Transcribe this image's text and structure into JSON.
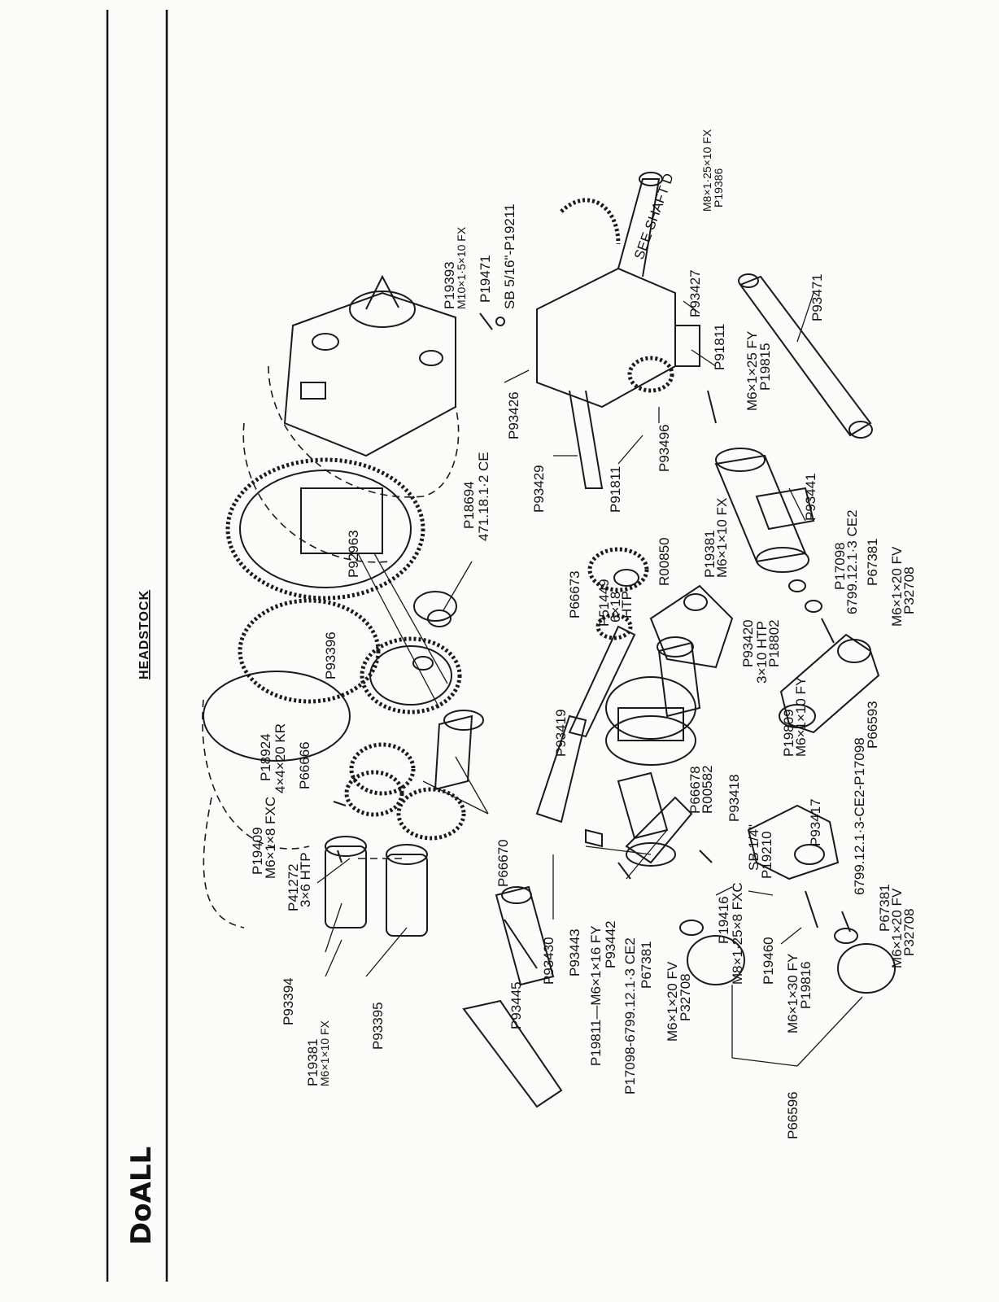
{
  "header": {
    "brand": "DoALL",
    "section_title": "HEADSTOCK"
  },
  "labels": [
    {
      "id": "p19393",
      "text": "P19393"
    },
    {
      "id": "m10",
      "text": "M10×1·5×10 FX"
    },
    {
      "id": "p19471a",
      "text": "P19471"
    },
    {
      "id": "sb516",
      "text": "SB 5/16\"-P19211"
    },
    {
      "id": "m8a",
      "text": "M8×1·25×10 FX"
    },
    {
      "id": "p19386",
      "text": "P19386"
    },
    {
      "id": "seeshaft",
      "text": "SEE SHAFT D"
    },
    {
      "id": "p93427",
      "text": "P93427"
    },
    {
      "id": "p93471",
      "text": "P93471"
    },
    {
      "id": "p91811a",
      "text": "P91811"
    },
    {
      "id": "m6x25",
      "text": "M6×1×25 FY"
    },
    {
      "id": "p19815",
      "text": "P19815"
    },
    {
      "id": "p93426",
      "text": "P93426"
    },
    {
      "id": "p93429",
      "text": "P93429"
    },
    {
      "id": "p93496",
      "text": "P93496"
    },
    {
      "id": "p91811b",
      "text": "P91811"
    },
    {
      "id": "p93441",
      "text": "P93441"
    },
    {
      "id": "p18694",
      "text": "P18694"
    },
    {
      "id": "ce471",
      "text": "471.18.1·2 CE"
    },
    {
      "id": "p92963",
      "text": "P92963"
    },
    {
      "id": "r00850",
      "text": "R00850"
    },
    {
      "id": "p19381a",
      "text": "P19381"
    },
    {
      "id": "m6x10a",
      "text": "M6×1×10 FX"
    },
    {
      "id": "p17098a",
      "text": "P17098"
    },
    {
      "id": "ce6799a",
      "text": "6799.12.1·3 CE2"
    },
    {
      "id": "p67381a",
      "text": "P67381"
    },
    {
      "id": "m6x20a",
      "text": "M6×1×20 FV"
    },
    {
      "id": "p32708a",
      "text": "P32708"
    },
    {
      "id": "p93396",
      "text": "P93396"
    },
    {
      "id": "p66673",
      "text": "P66673"
    },
    {
      "id": "p51449",
      "text": "P51449"
    },
    {
      "id": "x618",
      "text": "6×18"
    },
    {
      "id": "htp",
      "text": "HTP"
    },
    {
      "id": "p93420",
      "text": "P93420"
    },
    {
      "id": "x310",
      "text": "3×10 HTP"
    },
    {
      "id": "p18802",
      "text": "P18802"
    },
    {
      "id": "p18924",
      "text": "P18924"
    },
    {
      "id": "x4420",
      "text": "4×4×20 KR"
    },
    {
      "id": "p66666",
      "text": "P66666"
    },
    {
      "id": "p93419",
      "text": "P93419"
    },
    {
      "id": "p19809",
      "text": "P19809"
    },
    {
      "id": "m6x10fy",
      "text": "M6×1×10 FY"
    },
    {
      "id": "p66593",
      "text": "P66593"
    },
    {
      "id": "p19409",
      "text": "P19409"
    },
    {
      "id": "m6x8",
      "text": "M6×1×8 FXC"
    },
    {
      "id": "p66678",
      "text": "P66678"
    },
    {
      "id": "r00582",
      "text": "R00582"
    },
    {
      "id": "p93418",
      "text": "P93418"
    },
    {
      "id": "p93417",
      "text": "P93417"
    },
    {
      "id": "ce6799b",
      "text": "6799.12.1·3-CE2-P17098"
    },
    {
      "id": "p41272",
      "text": "P41272"
    },
    {
      "id": "x36",
      "text": "3×6 HTP"
    },
    {
      "id": "p66670",
      "text": "P66670"
    },
    {
      "id": "sb14",
      "text": "SB 1/4\""
    },
    {
      "id": "p19210",
      "text": "P19210"
    },
    {
      "id": "p67381b",
      "text": "P67381"
    },
    {
      "id": "m6x20b",
      "text": "M6×1×20 FV"
    },
    {
      "id": "p32708b",
      "text": "P32708"
    },
    {
      "id": "p93394",
      "text": "P93394"
    },
    {
      "id": "p93430",
      "text": "P93430"
    },
    {
      "id": "p93443",
      "text": "P93443"
    },
    {
      "id": "p19811m",
      "text": "P19811—M6×1×16 FY"
    },
    {
      "id": "p93442",
      "text": "P93442"
    },
    {
      "id": "p17098b",
      "text": "P17098-6799.12.1·3 CE2"
    },
    {
      "id": "p67381c",
      "text": "P67381"
    },
    {
      "id": "m6x20c",
      "text": "M6×1×20 FV"
    },
    {
      "id": "p32708c",
      "text": "P32708"
    },
    {
      "id": "p19416",
      "text": "P19416"
    },
    {
      "id": "m8b",
      "text": "M8×1·25×8 FXC"
    },
    {
      "id": "p19460",
      "text": "P19460"
    },
    {
      "id": "m6x30",
      "text": "M6×1×30 FY"
    },
    {
      "id": "p19816",
      "text": "P19816"
    },
    {
      "id": "p93445",
      "text": "P93445"
    },
    {
      "id": "p19381b",
      "text": "P19381"
    },
    {
      "id": "m6x10b",
      "text": "M6×1×10 FX"
    },
    {
      "id": "p93395",
      "text": "P93395"
    },
    {
      "id": "p66596",
      "text": "P66596"
    }
  ]
}
